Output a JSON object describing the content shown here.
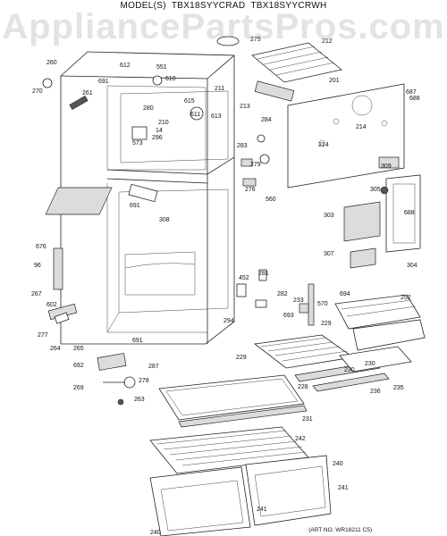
{
  "header": {
    "prefix": "MODEL(S)",
    "models": [
      "TBX18SYYCRAD",
      "TBX18SYYCRWH"
    ]
  },
  "watermark": "AppliancePartsPros.com",
  "art_number": "(ART NO. WR18211 C5)",
  "part_numbers": [
    "260",
    "270",
    "261",
    "612",
    "691",
    "551",
    "610",
    "275",
    "212",
    "201",
    "687",
    "688",
    "211",
    "615",
    "611",
    "613",
    "280",
    "210",
    "14",
    "573",
    "296",
    "213",
    "284",
    "214",
    "214",
    "279",
    "283",
    "276",
    "560",
    "309",
    "305",
    "691",
    "308",
    "303",
    "688",
    "307",
    "304",
    "676",
    "96",
    "267",
    "602",
    "277",
    "264",
    "265",
    "281",
    "452",
    "282",
    "294",
    "693",
    "233",
    "570",
    "694",
    "252",
    "691",
    "229",
    "229",
    "230",
    "230",
    "236",
    "235",
    "692",
    "287",
    "269",
    "278",
    "263",
    "228",
    "231",
    "242",
    "240",
    "241",
    "241",
    "240"
  ]
}
